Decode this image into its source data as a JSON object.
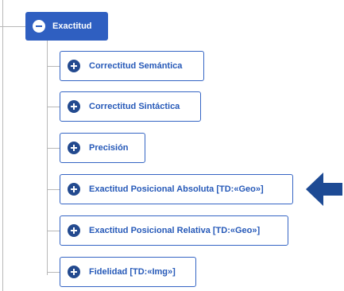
{
  "tree": {
    "root": {
      "label": "Exactitud",
      "icon": "collapse-minus-icon",
      "color": "#2f5fc1"
    },
    "children": [
      {
        "label": "Correctitud Semántica",
        "icon": "expand-plus-icon"
      },
      {
        "label": "Correctitud Sintáctica",
        "icon": "expand-plus-icon"
      },
      {
        "label": "Precisión",
        "icon": "expand-plus-icon"
      },
      {
        "label": "Exactitud Posicional Absoluta [TD:«Geo»]",
        "icon": "expand-plus-icon",
        "highlighted": true
      },
      {
        "label": "Exactitud Posicional Relativa [TD:«Geo»]",
        "icon": "expand-plus-icon"
      },
      {
        "label": "Fidelidad [TD:«Img»]",
        "icon": "expand-plus-icon"
      }
    ]
  },
  "annotation": {
    "icon": "left-arrow-icon",
    "color": "#1d4a94"
  },
  "colors": {
    "accent": "#2f5fc1",
    "child_text": "#2659b8",
    "child_border": "#3565c4",
    "plus_icon": "#234a8f",
    "tree_line": "#b8b8b8"
  }
}
